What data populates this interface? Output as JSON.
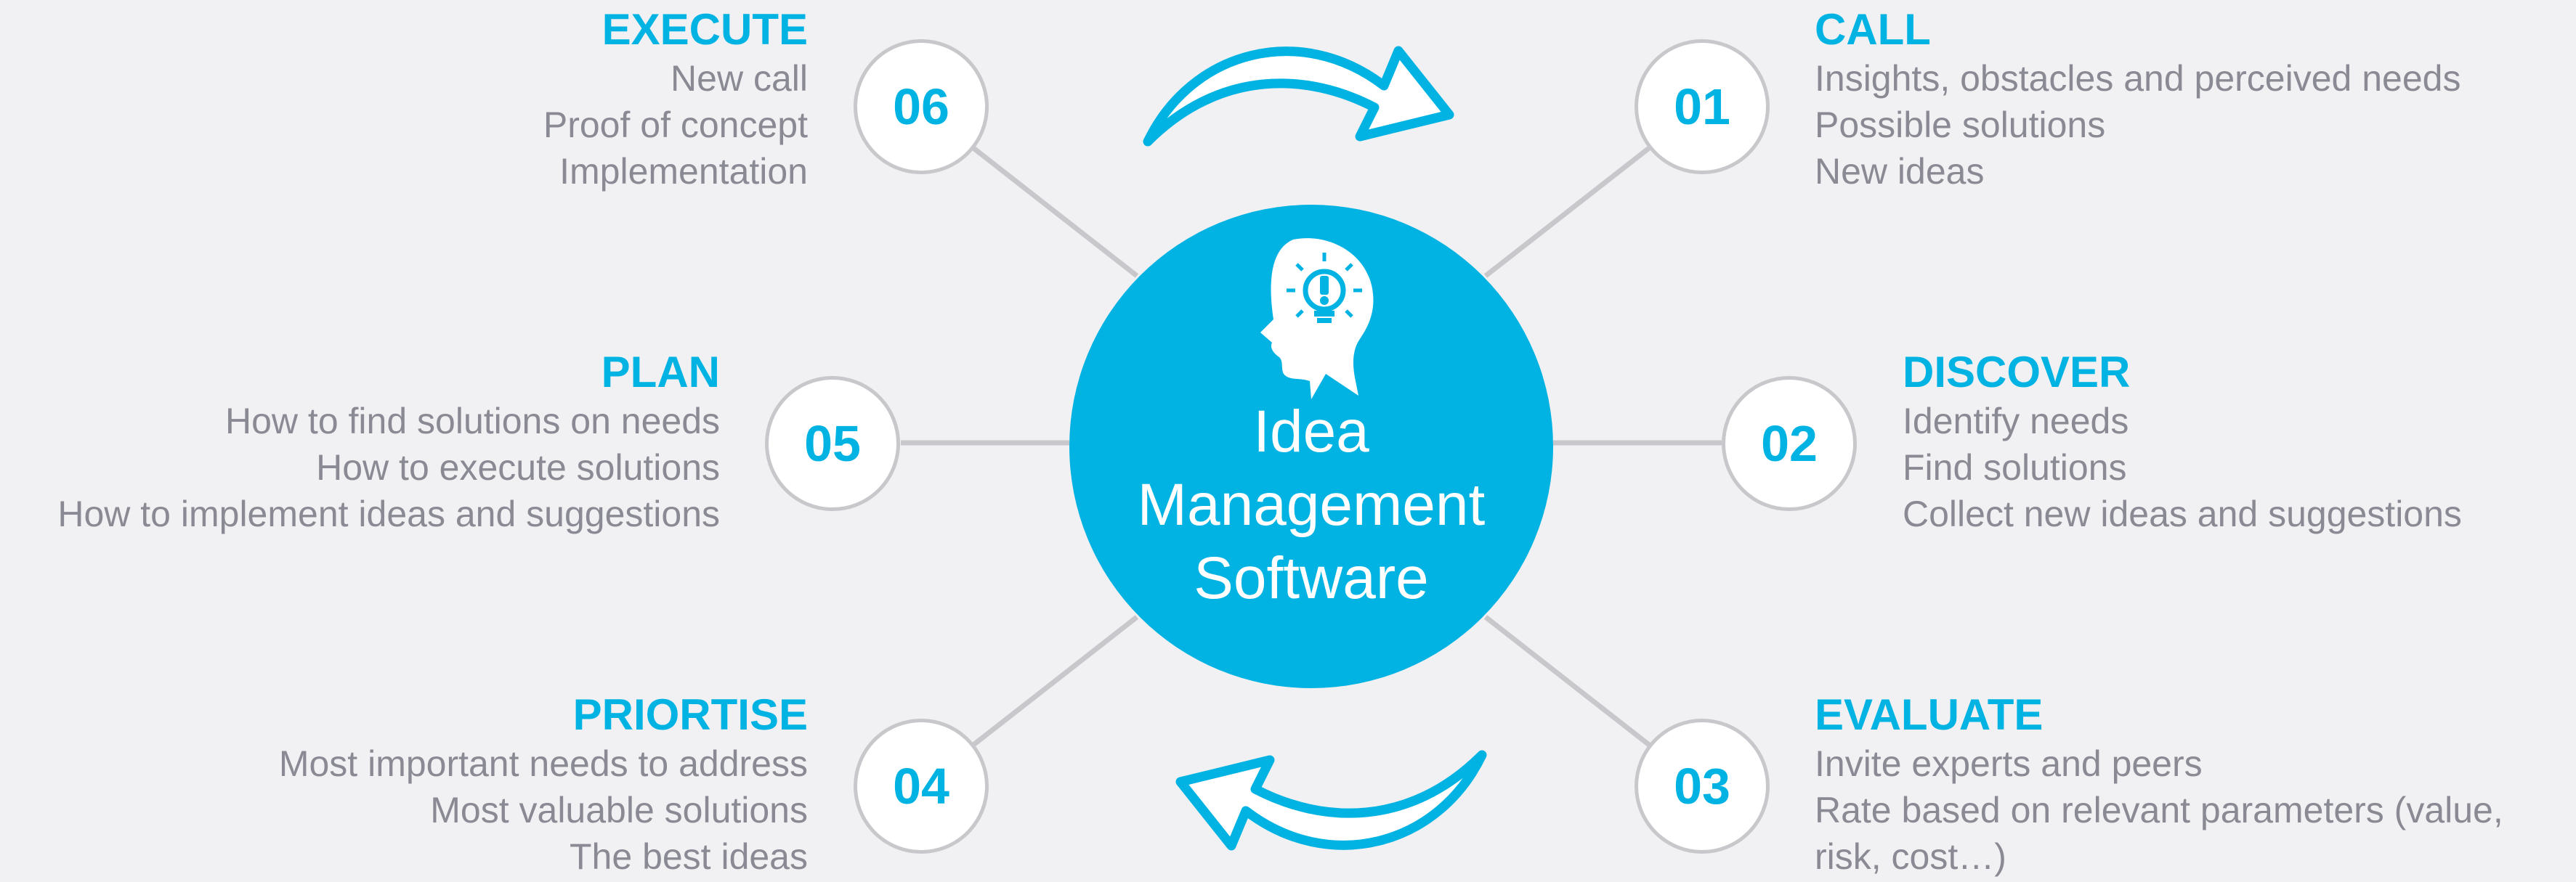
{
  "center": {
    "icon": "head-lightbulb-icon",
    "label_lines": [
      "Idea",
      "Management",
      "Software"
    ]
  },
  "colors": {
    "accent": "#00b3e3",
    "text_gray": "#8a8a94",
    "connector": "#c7c7cc",
    "background": "#f1f1f3"
  },
  "steps": [
    {
      "number": "01",
      "title": "CALL",
      "lines": [
        "Insights, obstacles and perceived needs",
        "Possible solutions",
        "New ideas"
      ]
    },
    {
      "number": "02",
      "title": "DISCOVER",
      "lines": [
        "Identify needs",
        "Find solutions",
        "Collect new ideas and suggestions"
      ]
    },
    {
      "number": "03",
      "title": "EVALUATE",
      "lines": [
        "Invite experts and peers",
        "Rate based on relevant parameters (value,",
        "risk, cost…)"
      ]
    },
    {
      "number": "04",
      "title": "PRIORTISE",
      "lines": [
        "Most important needs to address",
        "Most valuable solutions",
        "The best ideas"
      ]
    },
    {
      "number": "05",
      "title": "PLAN",
      "lines": [
        "How to find solutions on needs",
        "How to execute solutions",
        "How to implement ideas and suggestions"
      ]
    },
    {
      "number": "06",
      "title": "EXECUTE",
      "lines": [
        "New call",
        "Proof of concept",
        "Implementation"
      ]
    }
  ],
  "cycle_arrows": [
    "curved-arrow-icon",
    "curved-arrow-icon"
  ]
}
